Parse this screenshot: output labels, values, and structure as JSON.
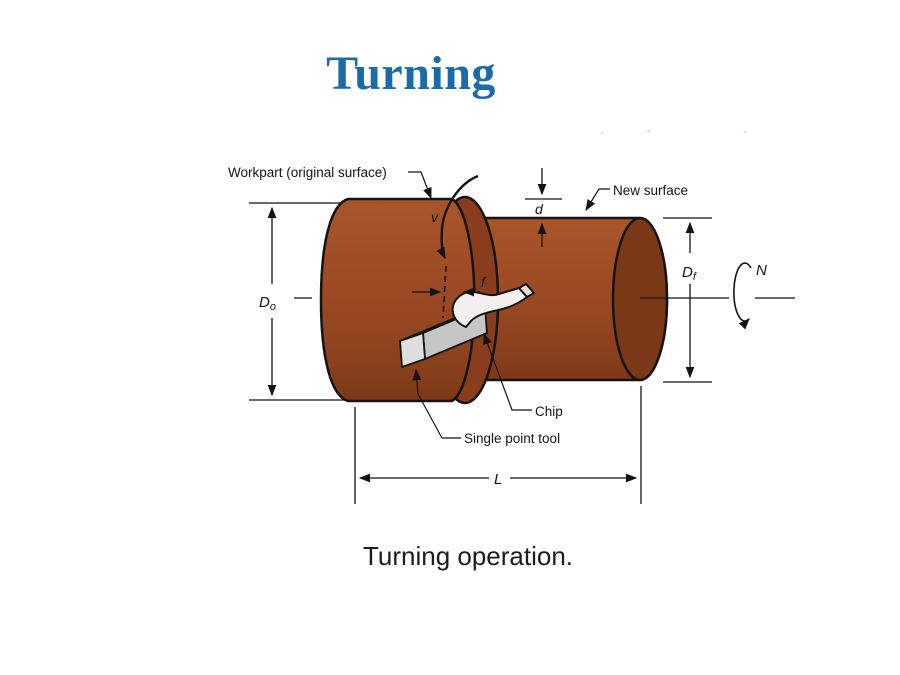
{
  "slide": {
    "title": "Turning",
    "caption": "Turning operation."
  },
  "figure": {
    "labels": {
      "workpart": "Workpart (original surface)",
      "new_surface": "New surface",
      "chip": "Chip",
      "tool": "Single point tool",
      "cutting_speed": "v",
      "feed": "f",
      "depth_of_cut": "d",
      "rotational_speed": "N",
      "length": "L",
      "original_diameter": {
        "base": "D",
        "sub": "o"
      },
      "final_diameter": {
        "base": "D",
        "sub": "f"
      }
    },
    "colors": {
      "title_blue": "#1B6BA8",
      "workpiece_brown": "#9C4A24",
      "workpiece_dark": "#7C3817",
      "end_face": "#7A3817",
      "shoulder_ring": "#8A3D1C",
      "tool_top": "#EFEFEF",
      "tool_side": "#C6C6C6",
      "tool_front": "#DEDEDE",
      "outline": "#141414",
      "text": "#1c1c1c"
    }
  }
}
